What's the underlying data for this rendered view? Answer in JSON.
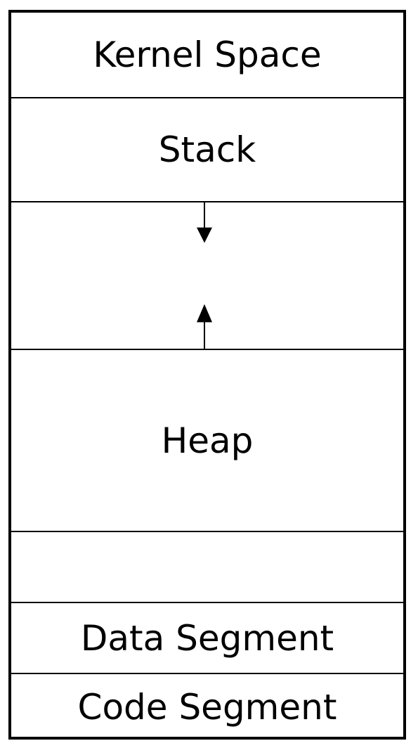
{
  "segments": {
    "kernel": "Kernel Space",
    "stack": "Stack",
    "heap": "Heap",
    "data": "Data Segment",
    "code": "Code Segment"
  },
  "arrows": {
    "stack_growth": "down",
    "heap_growth": "up"
  },
  "colors": {
    "line": "#000000",
    "background": "#ffffff"
  }
}
